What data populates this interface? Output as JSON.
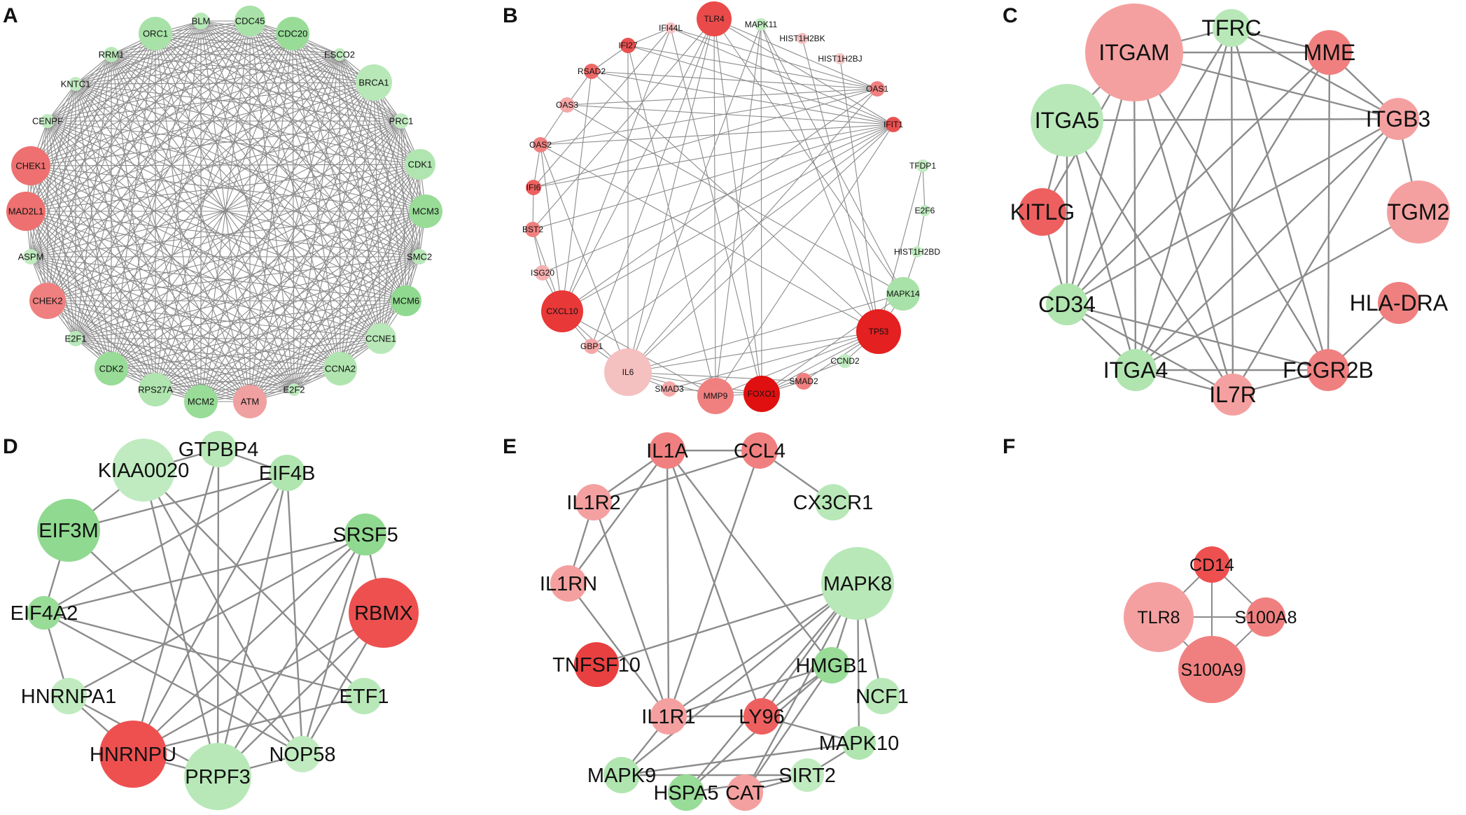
{
  "colors": {
    "edge": "#8c8c8c",
    "text": "#111111"
  },
  "panels": [
    {
      "letter": "A",
      "nodes": [
        {
          "label": "BLM",
          "color": "#b8e8b8"
        },
        {
          "label": "CDC45",
          "color": "#a8e2a8"
        },
        {
          "label": "CDC20",
          "color": "#98dc98"
        },
        {
          "label": "ESCO2",
          "color": "#c0ebc0"
        },
        {
          "label": "BRCA1",
          "color": "#b8e8b8"
        },
        {
          "label": "PRC1",
          "color": "#c0ebc0"
        },
        {
          "label": "CDK1",
          "color": "#b0e5b0"
        },
        {
          "label": "MCM3",
          "color": "#98dc98"
        },
        {
          "label": "SMC2",
          "color": "#b8e8b8"
        },
        {
          "label": "MCM6",
          "color": "#90d990"
        },
        {
          "label": "CCNE1",
          "color": "#b8e8b8"
        },
        {
          "label": "CCNA2",
          "color": "#b0e5b0"
        },
        {
          "label": "E2F2",
          "color": "#c0ebc0"
        },
        {
          "label": "ATM",
          "color": "#f0a0a0"
        },
        {
          "label": "MCM2",
          "color": "#98dc98"
        },
        {
          "label": "RPS27A",
          "color": "#b0e5b0"
        },
        {
          "label": "CDK2",
          "color": "#98dc98"
        },
        {
          "label": "E2F1",
          "color": "#b8e8b8"
        },
        {
          "label": "CHEK2",
          "color": "#f08080"
        },
        {
          "label": "ASPM",
          "color": "#c0ebc0"
        },
        {
          "label": "MAD2L1",
          "color": "#ee7070"
        },
        {
          "label": "CHEK1",
          "color": "#ee7070"
        },
        {
          "label": "CENPF",
          "color": "#c0ebc0"
        },
        {
          "label": "KNTC1",
          "color": "#c0ebc0"
        },
        {
          "label": "RRM1",
          "color": "#b8e8b8"
        },
        {
          "label": "ORC1",
          "color": "#a8e2a8"
        }
      ]
    },
    {
      "letter": "B",
      "nodes": [
        {
          "label": "TLR4",
          "color": "#ea4a4a"
        },
        {
          "label": "MAPK11",
          "color": "#c0ebc0"
        },
        {
          "label": "HIST1H2BK",
          "color": "#f5c0c0"
        },
        {
          "label": "HIST1H2BJ",
          "color": "#f5c8c8"
        },
        {
          "label": "OAS1",
          "color": "#f08080"
        },
        {
          "label": "IFIT1",
          "color": "#ea5050"
        },
        {
          "label": "TFDP1",
          "color": "#c0ebc0"
        },
        {
          "label": "E2F6",
          "color": "#c0ebc0"
        },
        {
          "label": "HIST1H2BD",
          "color": "#c0ebc0"
        },
        {
          "label": "MAPK14",
          "color": "#a8e2a8"
        },
        {
          "label": "TP53",
          "color": "#e42020"
        },
        {
          "label": "CCND2",
          "color": "#c0ebc0"
        },
        {
          "label": "SMAD2",
          "color": "#f08080"
        },
        {
          "label": "FOXO1",
          "color": "#e01010"
        },
        {
          "label": "MMP9",
          "color": "#f08080"
        },
        {
          "label": "SMAD3",
          "color": "#f5a8a8"
        },
        {
          "label": "IL6",
          "color": "#f5c0c0"
        },
        {
          "label": "GBP1",
          "color": "#f5a8a8"
        },
        {
          "label": "CXCL10",
          "color": "#e83838"
        },
        {
          "label": "ISG20",
          "color": "#f5b0b0"
        },
        {
          "label": "BST2",
          "color": "#f08080"
        },
        {
          "label": "IFI6",
          "color": "#ee6060"
        },
        {
          "label": "OAS2",
          "color": "#f08080"
        },
        {
          "label": "OAS3",
          "color": "#f5a8a8"
        },
        {
          "label": "RSAD2",
          "color": "#ee6868"
        },
        {
          "label": "IFI27",
          "color": "#ea5050"
        },
        {
          "label": "IFI44L",
          "color": "#f5c0c0"
        }
      ]
    },
    {
      "letter": "C",
      "nodes": [
        {
          "label": "ITGAM",
          "color": "#f5a0a0"
        },
        {
          "label": "TFRC",
          "color": "#b8e8b8"
        },
        {
          "label": "MME",
          "color": "#f08080"
        },
        {
          "label": "ITGA5",
          "color": "#b8e8b8"
        },
        {
          "label": "ITGB3",
          "color": "#f5a0a0"
        },
        {
          "label": "KITLG",
          "color": "#ee6060"
        },
        {
          "label": "TGM2",
          "color": "#f5a0a0"
        },
        {
          "label": "CD34",
          "color": "#b0e5b0"
        },
        {
          "label": "HLA-DRA",
          "color": "#f08080"
        },
        {
          "label": "ITGA4",
          "color": "#b0e5b0"
        },
        {
          "label": "IL7R",
          "color": "#f5a0a0"
        },
        {
          "label": "FCGR2B",
          "color": "#f08080"
        }
      ]
    },
    {
      "letter": "D",
      "nodes": [
        {
          "label": "GTPBP4",
          "color": "#b8e8b8"
        },
        {
          "label": "KIAA0020",
          "color": "#c0ebc0"
        },
        {
          "label": "EIF4B",
          "color": "#b0e5b0"
        },
        {
          "label": "EIF3M",
          "color": "#90d990"
        },
        {
          "label": "SRSF5",
          "color": "#90d990"
        },
        {
          "label": "RBMX",
          "color": "#ee5050"
        },
        {
          "label": "EIF4A2",
          "color": "#98dc98"
        },
        {
          "label": "HNRNPA1",
          "color": "#c0ebc0"
        },
        {
          "label": "ETF1",
          "color": "#b8e8b8"
        },
        {
          "label": "HNRNPU",
          "color": "#ee5050"
        },
        {
          "label": "PRPF3",
          "color": "#b8e8b8"
        },
        {
          "label": "NOP58",
          "color": "#c0ebc0"
        }
      ]
    },
    {
      "letter": "E",
      "nodes": [
        {
          "label": "IL1A",
          "color": "#f08080"
        },
        {
          "label": "CCL4",
          "color": "#f08080"
        },
        {
          "label": "IL1R2",
          "color": "#f5a0a0"
        },
        {
          "label": "CX3CR1",
          "color": "#b8e8b8"
        },
        {
          "label": "IL1RN",
          "color": "#f5a0a0"
        },
        {
          "label": "MAPK8",
          "color": "#b8e8b8"
        },
        {
          "label": "TNFSF10",
          "color": "#e84040"
        },
        {
          "label": "HMGB1",
          "color": "#98dc98"
        },
        {
          "label": "IL1R1",
          "color": "#f5a0a0"
        },
        {
          "label": "LY96",
          "color": "#ee6060"
        },
        {
          "label": "NCF1",
          "color": "#b8e8b8"
        },
        {
          "label": "MAPK10",
          "color": "#b0e5b0"
        },
        {
          "label": "MAPK9",
          "color": "#b0e5b0"
        },
        {
          "label": "HSPA5",
          "color": "#98dc98"
        },
        {
          "label": "CAT",
          "color": "#f5a0a0"
        },
        {
          "label": "SIRT2",
          "color": "#c0ebc0"
        }
      ]
    },
    {
      "letter": "F",
      "nodes": [
        {
          "label": "CD14",
          "color": "#ee5050"
        },
        {
          "label": "TLR8",
          "color": "#f5a0a0"
        },
        {
          "label": "S100A8",
          "color": "#f08080"
        },
        {
          "label": "S100A9",
          "color": "#f08080"
        }
      ]
    }
  ]
}
